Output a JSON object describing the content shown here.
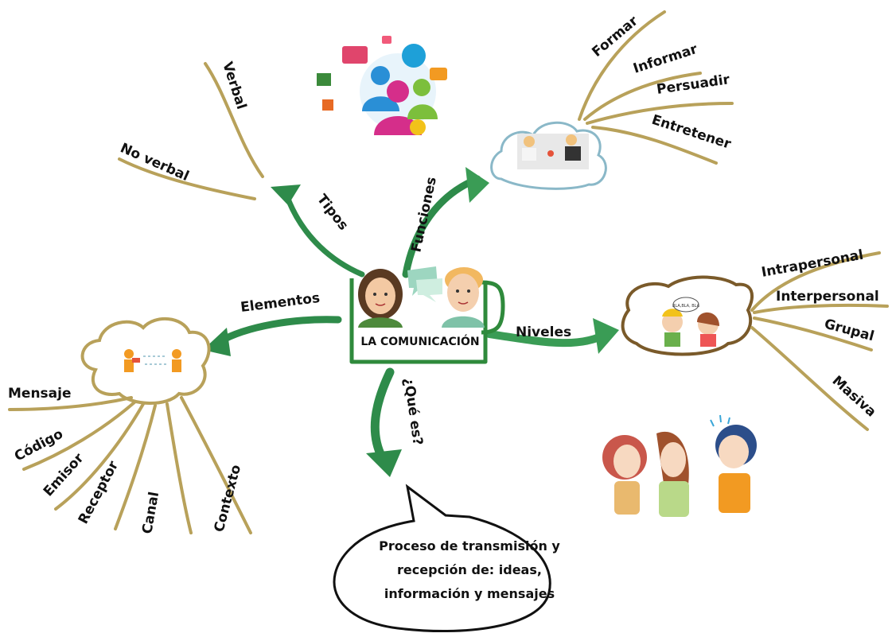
{
  "center": {
    "title": "LA COMUNICACIÓN"
  },
  "branches": {
    "tipos": {
      "label": "Tipos",
      "items": [
        "Verbal",
        "No verbal"
      ]
    },
    "funciones": {
      "label": "Funciones",
      "items": [
        "Formar",
        "Informar",
        "Persuadir",
        "Entretener"
      ]
    },
    "niveles": {
      "label": "Niveles",
      "items": [
        "Intrapersonal",
        "Interpersonal",
        "Grupal",
        "Masiva"
      ]
    },
    "elementos": {
      "label": "Elementos",
      "items": [
        "Mensaje",
        "Código",
        "Emisor",
        "Receptor",
        "Canal",
        "Contexto"
      ]
    },
    "que_es": {
      "label": "¿Qué es?",
      "definition": [
        "Proceso de transmisión y",
        "recepción de: ideas,",
        "información y mensajes"
      ]
    }
  },
  "bubble_text": "BLA,BLA, BLA",
  "colors": {
    "arrow": "#2e8b4a",
    "branch": "#b8a15a",
    "cloud_blue": "#8ab8c8",
    "cloud_brown": "#7a5a2a",
    "frame": "#2f8a3c"
  }
}
